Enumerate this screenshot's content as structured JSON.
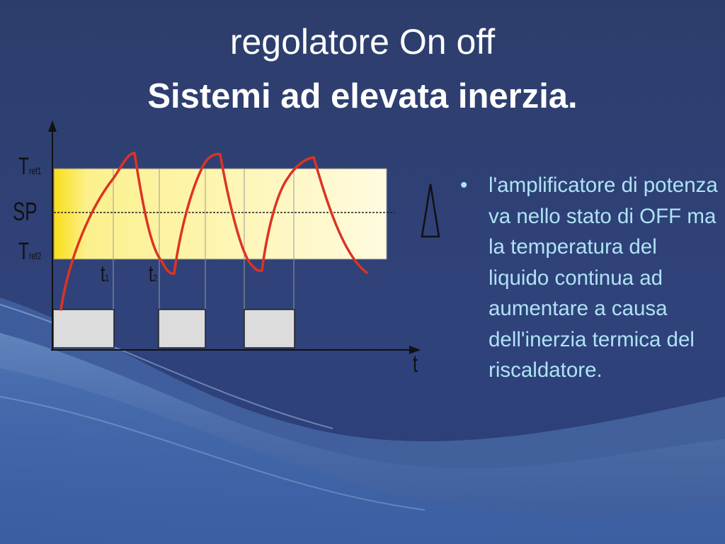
{
  "slide": {
    "title_line1": "regolatore On off",
    "title_line2": "Sistemi ad elevata inerzia.",
    "background_color": "#2e3f6e"
  },
  "diagram": {
    "labels": {
      "tref1_main": "T",
      "tref1_sub": "ref1",
      "sp": "SP",
      "tref2_main": "T",
      "tref2_sub": "ref2",
      "t1_main": "t",
      "t1_sub": "1",
      "t2_main": "t",
      "t2_sub": "2",
      "time_axis": "t",
      "delta": "Δ"
    },
    "colors": {
      "band": "#fdf6a8",
      "band_left": "#f9de1a",
      "curve": "#dd3322",
      "pulse": "#dcdcdc",
      "axis": "#111111"
    }
  },
  "bullet": {
    "marker": "•",
    "text": "l'amplificatore di potenza va nello stato di OFF ma la temperatura del liquido continua ad aumentare a causa dell'inerzia termica del riscaldatore."
  }
}
